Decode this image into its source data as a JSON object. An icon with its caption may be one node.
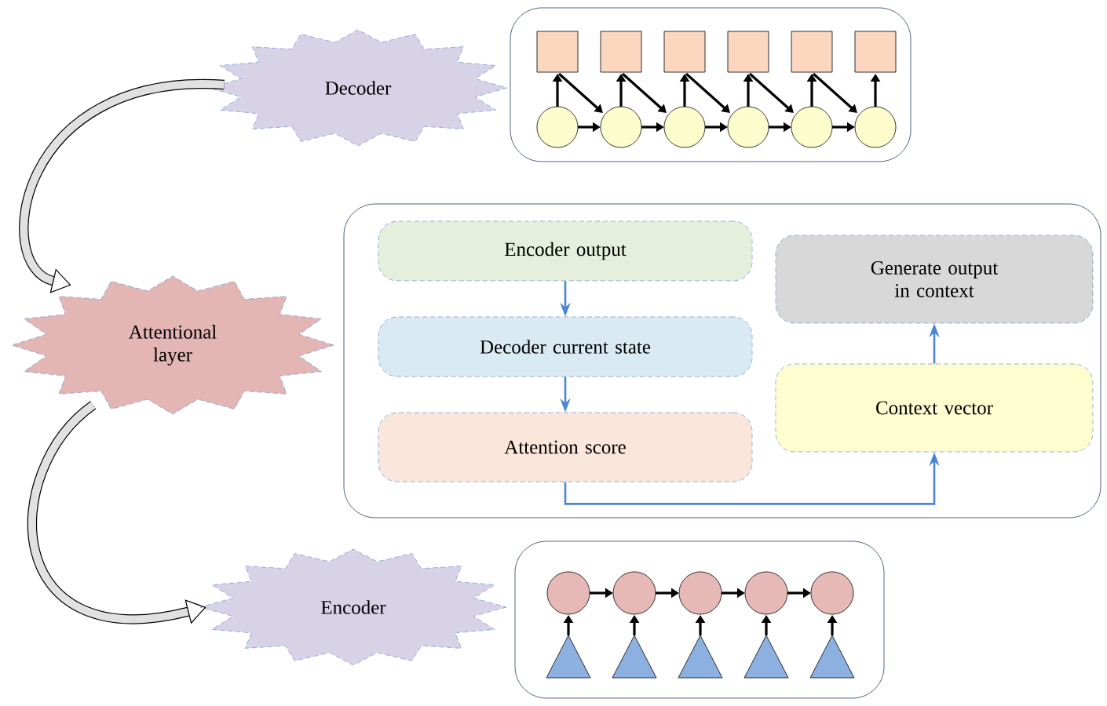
{
  "diagram": {
    "nodes": [
      {
        "text": [
          "Decoder"
        ]
      },
      {
        "text": [
          "Attentional layer"
        ]
      },
      {
        "text": [
          "Encoder"
        ]
      },
      {
        "text": [],
        "shape": "box"
      },
      {
        "text": [],
        "shape": "box"
      },
      {
        "text": [
          "Encoder output"
        ],
        "in": 4
      },
      {
        "text": [
          "Decoder current state"
        ],
        "in": 4
      },
      {
        "text": [
          "Attention score"
        ],
        "in": 4
      },
      {
        "text": [
          "Generate output in context"
        ],
        "in": 4
      },
      {
        "text": [
          "Context vector"
        ],
        "in": 4
      },
      {
        "text": [],
        "shape": "box"
      }
    ],
    "edges": [
      {
        "from": 0,
        "to": 1,
        "arrow": "to",
        "style": "thick",
        "color": "#000000"
      },
      {
        "from": 1,
        "to": 2,
        "arrow": "to",
        "style": "thick",
        "color": "#000000"
      },
      {
        "from": 5,
        "to": 6,
        "arrow": "to"
      },
      {
        "from": 6,
        "to": 7,
        "arrow": "to"
      },
      {
        "from": 7,
        "to": 9,
        "arrow": "to"
      },
      {
        "from": 9,
        "to": 8,
        "arrow": "to"
      }
    ]
  }
}
